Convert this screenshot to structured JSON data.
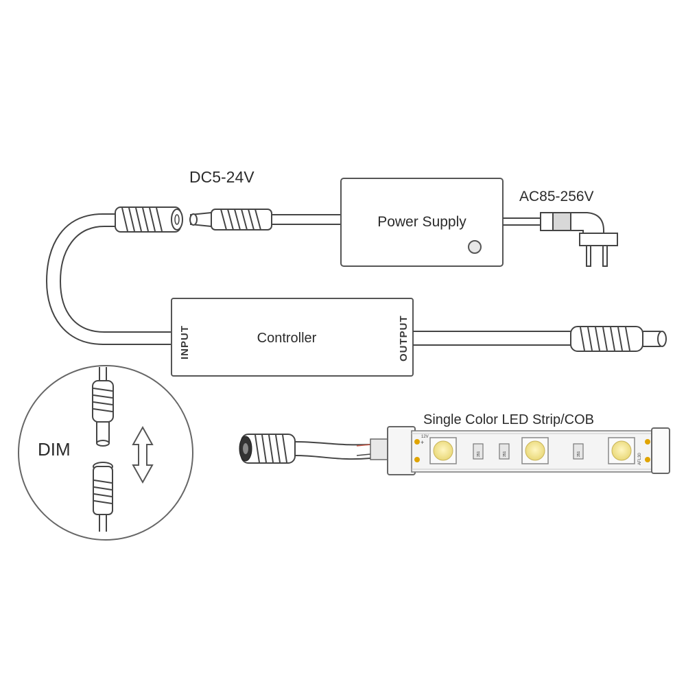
{
  "labels": {
    "dc_voltage": "DC5-24V",
    "ac_voltage": "AC85-256V",
    "power_supply": "Power Supply",
    "controller": "Controller",
    "input": "INPUT",
    "output": "OUTPUT",
    "led_strip": "Single Color LED Strip/COB",
    "dim": "DIM"
  },
  "strip_codes": {
    "v12": "12V",
    "chip": "351",
    "end_code": "AFL30"
  },
  "colors": {
    "line": "#444444",
    "led_fill": "#f6eaa0",
    "strip_body": "#f4f4f4"
  }
}
